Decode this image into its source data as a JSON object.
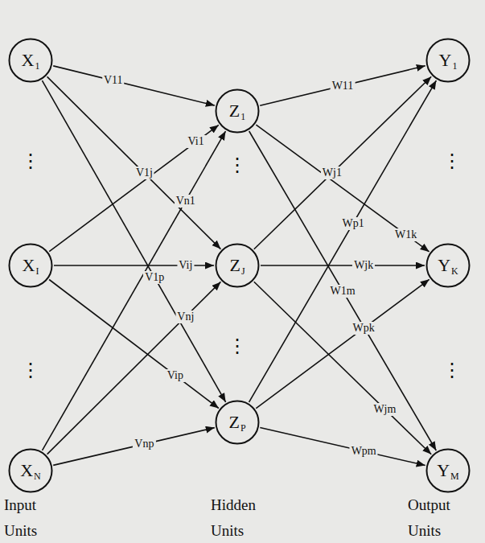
{
  "diagram": {
    "nodes": [
      {
        "text": [
          "X",
          "1"
        ]
      },
      {
        "text": [
          "X",
          "I"
        ]
      },
      {
        "text": [
          "X",
          "N"
        ]
      },
      {
        "text": [
          "Z",
          "1"
        ]
      },
      {
        "text": [
          "Z",
          "J"
        ]
      },
      {
        "text": [
          "Z",
          "P"
        ]
      },
      {
        "text": [
          "Y",
          "1"
        ]
      },
      {
        "text": [
          "Y",
          "K"
        ]
      },
      {
        "text": [
          "Y",
          "M"
        ]
      }
    ],
    "edges": [
      {
        "from": 0,
        "to": 3,
        "arrow": "to",
        "label": "V11"
      },
      {
        "from": 1,
        "to": 3,
        "arrow": "to",
        "label": "Vi1"
      },
      {
        "from": 2,
        "to": 3,
        "arrow": "to",
        "label": "Vn1"
      },
      {
        "from": 0,
        "to": 4,
        "arrow": "to",
        "label": "V1j"
      },
      {
        "from": 1,
        "to": 4,
        "arrow": "to",
        "label": "Vij"
      },
      {
        "from": 2,
        "to": 4,
        "arrow": "to",
        "label": "Vnj"
      },
      {
        "from": 0,
        "to": 5,
        "arrow": "to",
        "label": "V1p"
      },
      {
        "from": 1,
        "to": 5,
        "arrow": "to",
        "label": "Vip"
      },
      {
        "from": 2,
        "to": 5,
        "arrow": "to",
        "label": "Vnp"
      },
      {
        "from": 3,
        "to": 6,
        "arrow": "to",
        "label": "W11"
      },
      {
        "from": 4,
        "to": 6,
        "arrow": "to",
        "label": "Wj1"
      },
      {
        "from": 5,
        "to": 6,
        "arrow": "to",
        "label": "Wp1"
      },
      {
        "from": 3,
        "to": 7,
        "arrow": "to",
        "label": "W1k"
      },
      {
        "from": 4,
        "to": 7,
        "arrow": "to",
        "label": "Wjk"
      },
      {
        "from": 5,
        "to": 7,
        "arrow": "to",
        "label": "Wpk"
      },
      {
        "from": 3,
        "to": 8,
        "arrow": "to",
        "label": "W1m"
      },
      {
        "from": 4,
        "to": 8,
        "arrow": "to",
        "label": "Wjm"
      },
      {
        "from": 5,
        "to": 8,
        "arrow": "to",
        "label": "Wpm"
      }
    ],
    "labels": [
      "⋮",
      "⋮",
      "⋮",
      "⋮",
      "⋮",
      "⋮",
      "Input Units",
      "Hidden Units",
      "Output Units"
    ]
  }
}
